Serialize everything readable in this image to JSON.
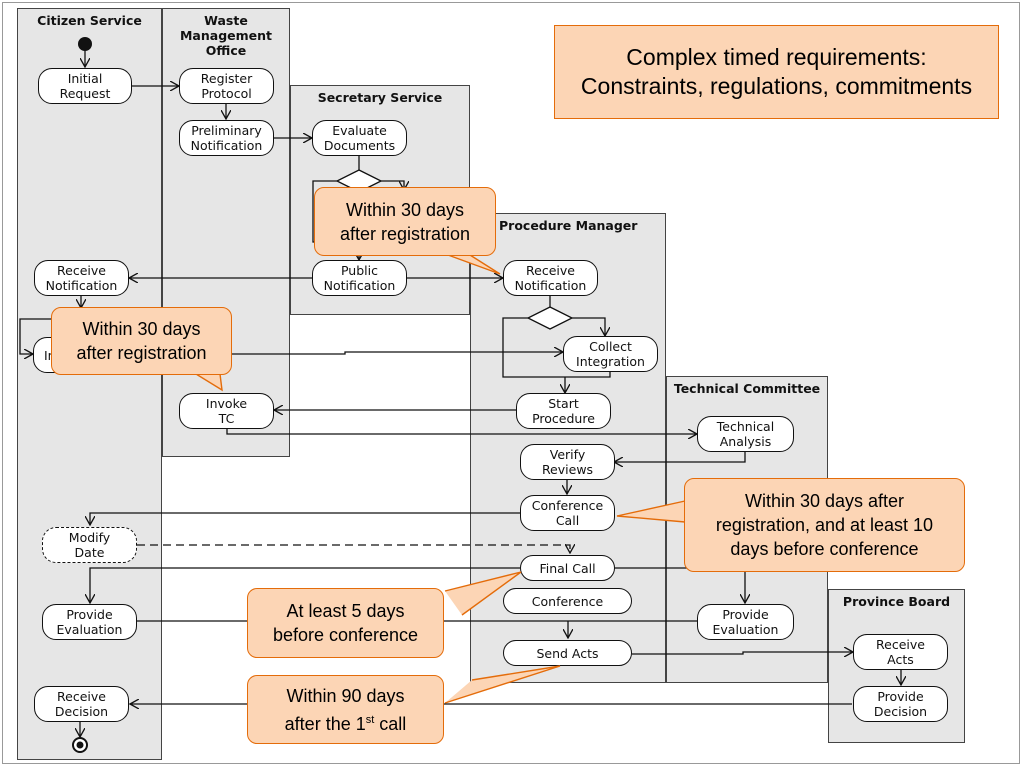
{
  "title": {
    "text": "Complex timed requirements:\nConstraints, regulations, commitments"
  },
  "lanes": {
    "citizen": "Citizen Service",
    "waste": "Waste\nManagement\nOffice",
    "secretary": "Secretary Service",
    "procedure": "Procedure Manager",
    "technical": "Technical Committee",
    "province": "Province Board"
  },
  "activities": {
    "initial_request": "Initial\nRequest",
    "register_protocol": "Register\nProtocol",
    "preliminary_notification": "Preliminary\nNotification",
    "evaluate_documents": "Evaluate\nDocuments",
    "public_notification": "Public\nNotification",
    "citizen_receive_notification": "Receive\nNotification",
    "citizen_integration_partial": "In",
    "pm_receive_notification": "Receive\nNotification",
    "collect_integration": "Collect\nIntegration",
    "start_procedure": "Start\nProcedure",
    "invoke_tc": "Invoke\nTC",
    "technical_analysis": "Technical\nAnalysis",
    "verify_reviews": "Verify\nReviews",
    "conference_call": "Conference\nCall",
    "modify_date": "Modify\nDate",
    "final_call": "Final Call",
    "conference": "Conference",
    "citizen_provide_evaluation": "Provide\nEvaluation",
    "tc_provide_evaluation": "Provide\nEvaluation",
    "send_acts": "Send Acts",
    "receive_acts": "Receive\nActs",
    "pb_provide_decision": "Provide\nDecision",
    "receive_decision": "Receive\nDecision"
  },
  "callouts": {
    "c1": "Within 30 days\nafter registration",
    "c2": "Within 30 days\nafter registration",
    "c3": "Within 30 days after\nregistration, and at least 10\ndays before conference",
    "c4": "At least 5 days\nbefore conference",
    "c5_main": "Within 90 days\nafter the 1",
    "c5_sup": "st",
    "c5_tail": " call"
  },
  "colors": {
    "lane_fill": "#e6e6e6",
    "callout_fill": "#fcd5b5",
    "callout_border": "#e46c0a"
  }
}
